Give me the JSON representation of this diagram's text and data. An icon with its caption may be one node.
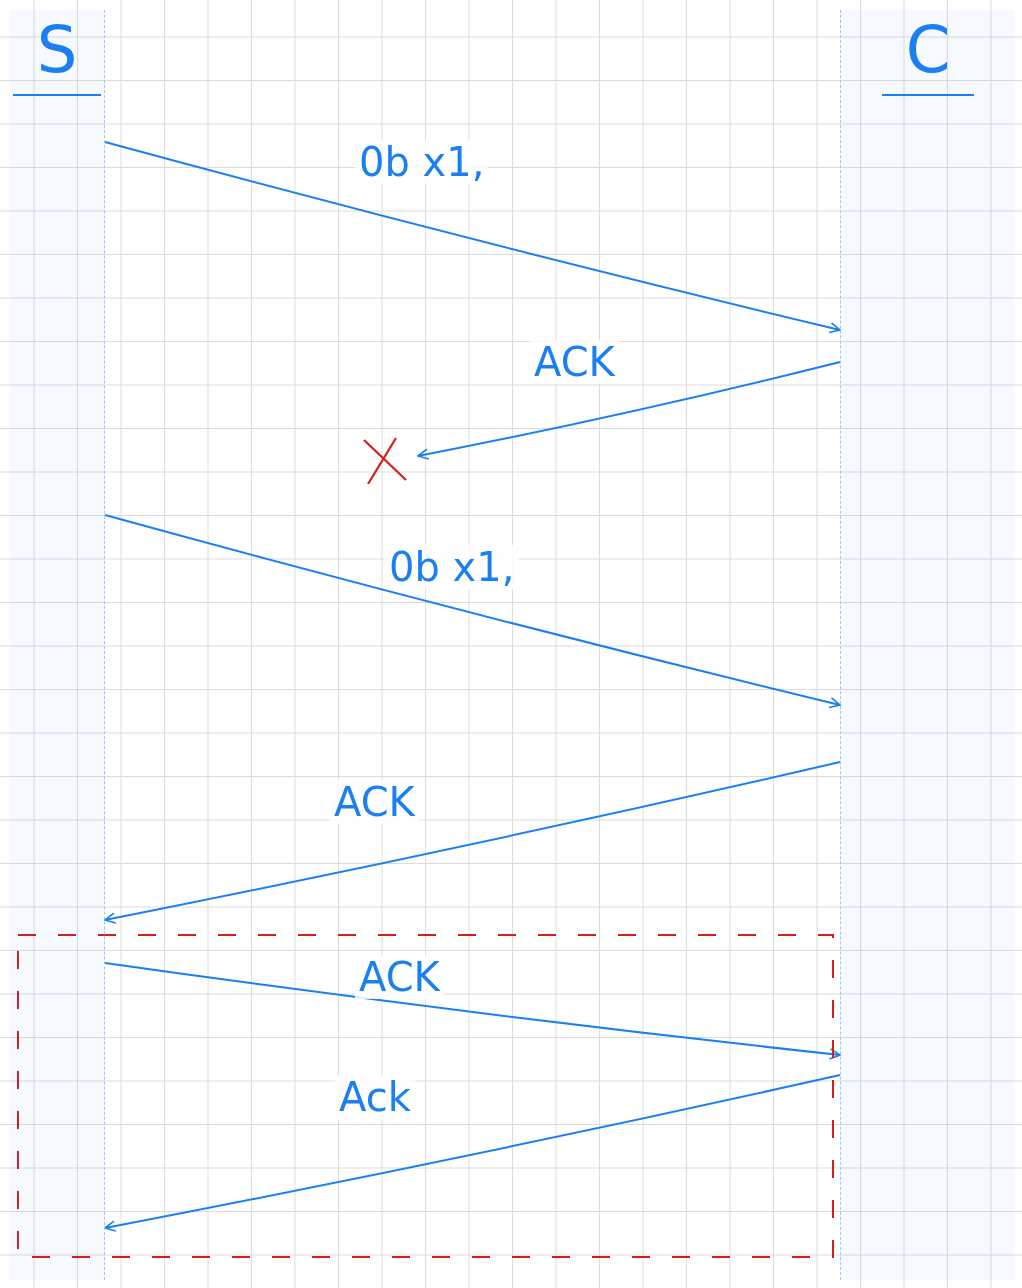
{
  "diagram": {
    "nodes": [
      {
        "text": [
          "S"
        ]
      },
      {
        "text": [
          "C"
        ]
      },
      {
        "text": [],
        "shape": "cross"
      }
    ],
    "edges": [
      {
        "from": 0,
        "to": 1,
        "arrow": "to",
        "label": "0b x1,"
      },
      {
        "from": 1,
        "to": 2,
        "arrow": "to",
        "label": "ACK"
      },
      {
        "from": 0,
        "to": 1,
        "arrow": "to",
        "label": "0b x1,"
      },
      {
        "from": 1,
        "to": 0,
        "arrow": "to",
        "label": "ACK"
      },
      {
        "from": 0,
        "to": 1,
        "arrow": "to",
        "label": "ACK"
      },
      {
        "from": 1,
        "to": 0,
        "arrow": "to",
        "label": "Ack"
      }
    ]
  }
}
